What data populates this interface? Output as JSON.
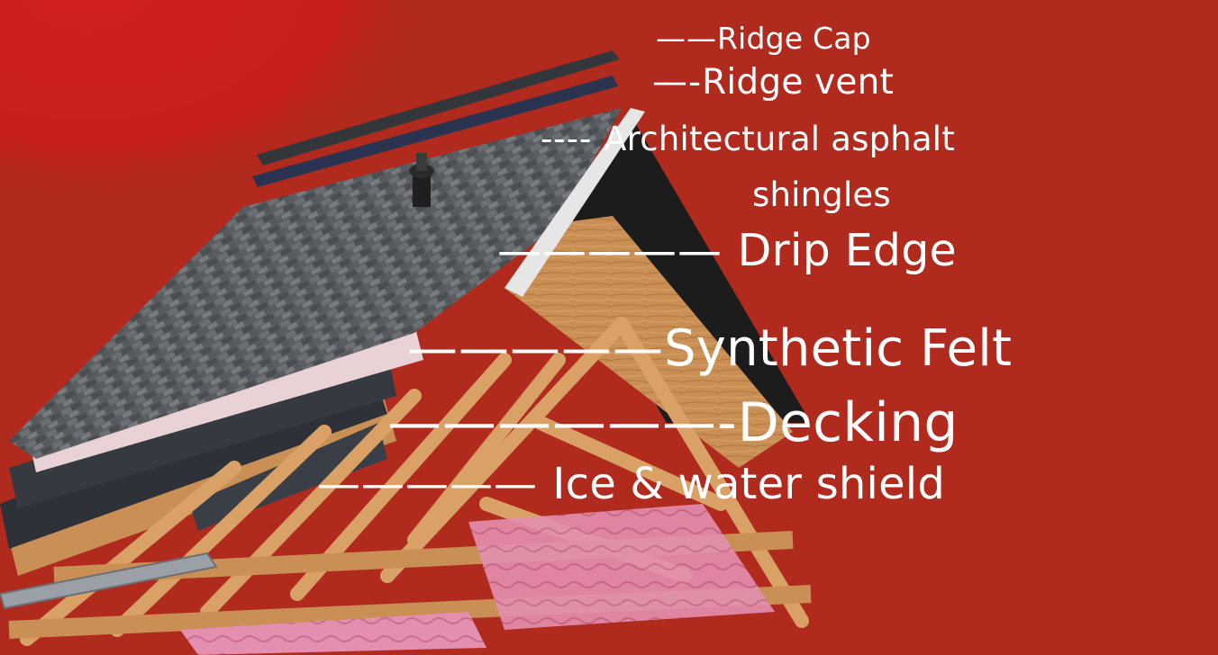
{
  "diagram": {
    "labels": {
      "ridge_cap": {
        "leader": "——",
        "text": "Ridge Cap"
      },
      "ridge_vent": {
        "leader": "—-",
        "text": "Ridge vent"
      },
      "shingles": {
        "leader": "---- ",
        "text": "Architectural asphalt",
        "text_line2": "shingles"
      },
      "drip_edge": {
        "leader": "————— ",
        "text": "Drip Edge"
      },
      "synthetic_felt": {
        "leader": "—————",
        "text": "Synthetic Felt"
      },
      "decking": {
        "leader": "——————-",
        "text": "Decking"
      },
      "ice_shield": {
        "leader": "————— ",
        "text": "Ice & water shield"
      }
    }
  },
  "colors": {
    "background": "#b02a1e",
    "background_splash": "#d11f1f",
    "shingle": "#5a5d62",
    "felt_pink": "#e9d2d6",
    "underlayment": "#2e3238",
    "wood": "#d9a166",
    "wood_dark": "#a8713d",
    "insulation": "#e48fb0",
    "label_text": "#ffffff"
  }
}
